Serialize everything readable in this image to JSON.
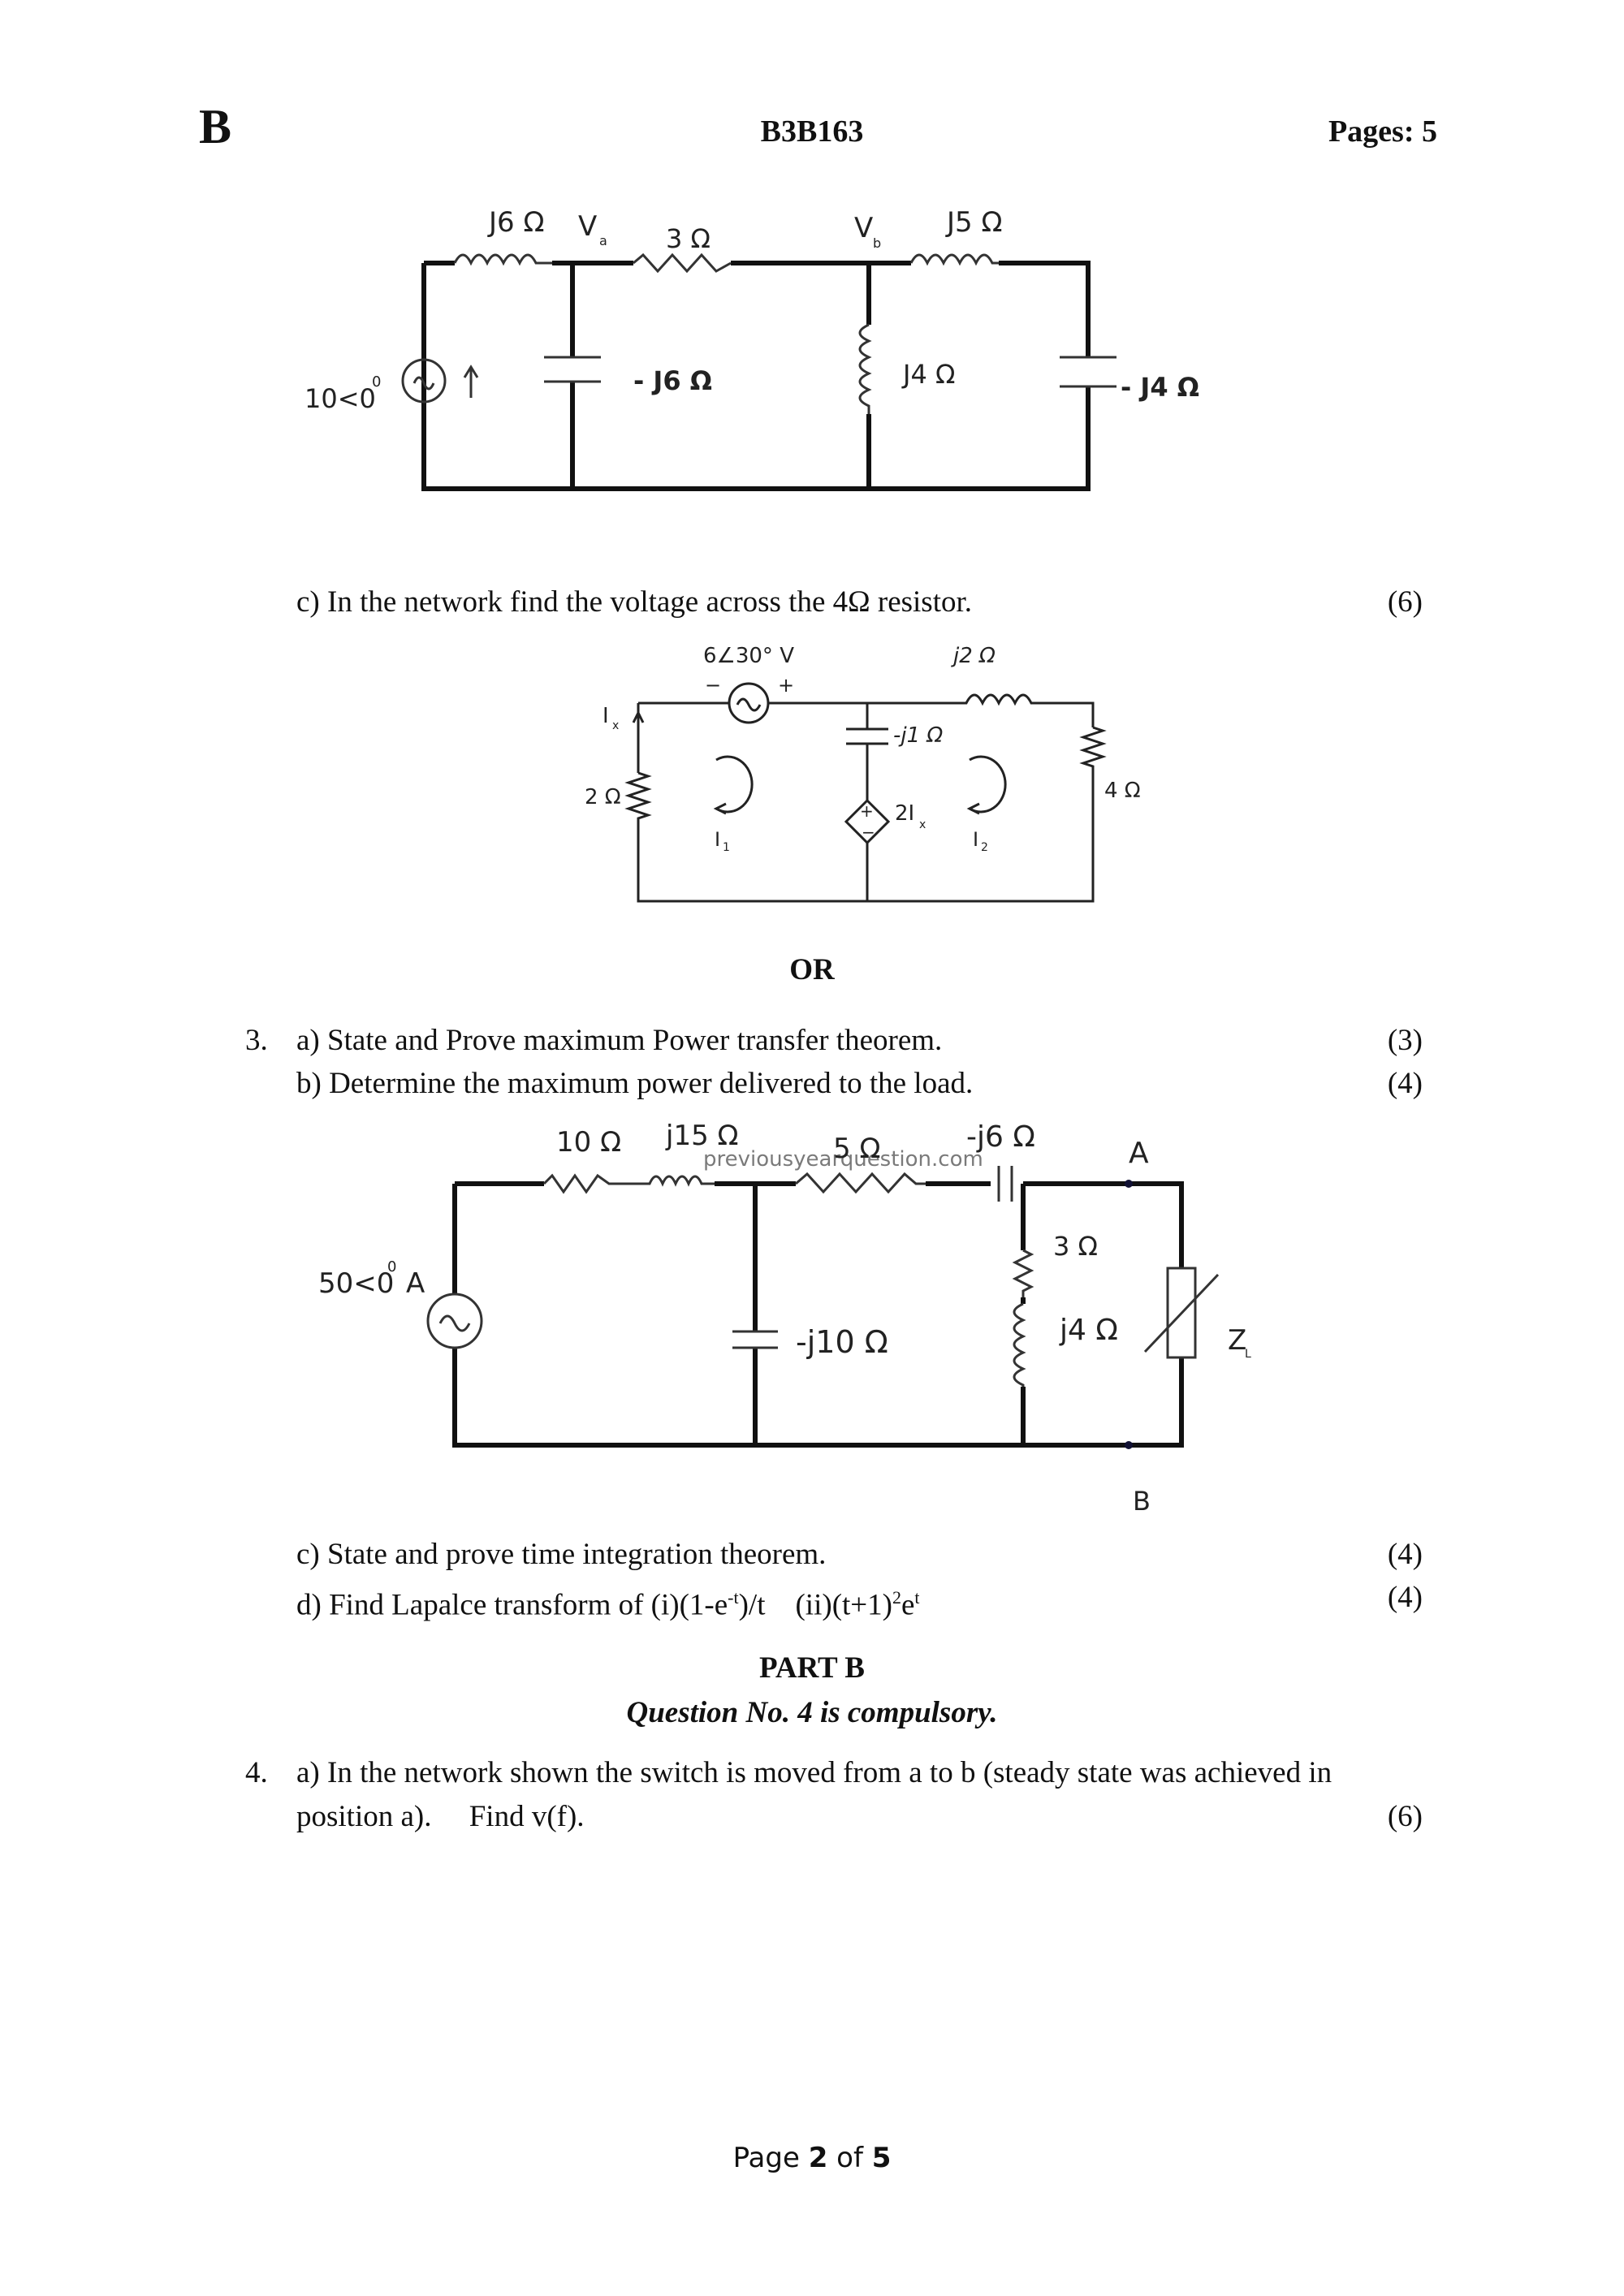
{
  "header": {
    "section_letter": "B",
    "paper_code": "B3B163",
    "pages": "Pages: 5"
  },
  "circuit1": {
    "labels": [
      "J6 Ω",
      "V",
      "a",
      "3 Ω",
      "V",
      "b",
      "J5 Ω",
      "10<0",
      "0",
      "- J6 Ω",
      "J4 Ω",
      "- J4 Ω"
    ]
  },
  "q2c": {
    "text": "c) In the network find the voltage across the  4Ω resistor.",
    "marks": "(6)"
  },
  "circuit2": {
    "labels": [
      "6∠30° V",
      "j2 Ω",
      "-j1 Ω",
      "I",
      "x",
      "2 Ω",
      "2I",
      "x",
      "I",
      "1",
      "I",
      "2",
      "4 Ω",
      "−",
      "+"
    ]
  },
  "or_text": "OR",
  "q3": {
    "number": "3.",
    "a": {
      "text": "a) State and Prove maximum Power transfer theorem.",
      "marks": "(3)"
    },
    "b": {
      "text": "b) Determine the maximum power delivered to the load.",
      "marks": "(4)"
    },
    "c": {
      "text": "c) State and prove time integration theorem.",
      "marks": "(4)"
    },
    "d": {
      "text_1": "d) Find Lapalce transform of (i)(1-e",
      "sup_1": "-t",
      "text_2": ")/t    (ii)(t+1)",
      "sup_2": "2",
      "text_3": "e",
      "sup_3": "t",
      "marks": "(4)"
    }
  },
  "circuit3": {
    "labels": [
      "10 Ω",
      "j15 Ω",
      "5 Ω",
      "-j6 Ω",
      "A",
      "3 Ω",
      "50<0",
      "0",
      "A",
      "-j10 Ω",
      "j4 Ω",
      "Z",
      "L",
      "B"
    ],
    "watermark": "previousyearquestion.com"
  },
  "part_b": {
    "title": "PART B",
    "subtitle": "Question No. 4 is compulsory."
  },
  "q4": {
    "number": "4.",
    "line1": "a) In the network shown the switch is moved from a to b (steady state was achieved in",
    "line2": "position a).     Find v(f).",
    "marks": "(6)"
  },
  "footer": {
    "pre": "Page ",
    "current": "2",
    "mid": " of ",
    "total": "5"
  }
}
